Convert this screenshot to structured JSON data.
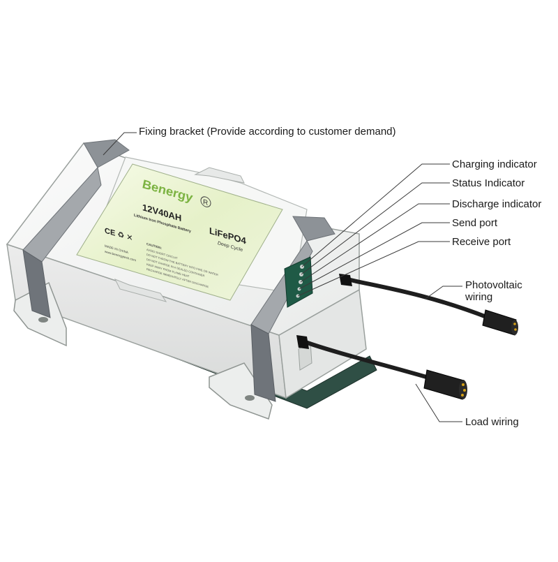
{
  "callouts": {
    "fixing_bracket": "Fixing bracket (Provide according to customer demand)",
    "charging_indicator": "Charging indicator",
    "status_indicator": "Status Indicator",
    "discharge_indicator": "Discharge indicator",
    "send_port": "Send port",
    "receive_port": "Receive port",
    "photovoltaic_line1": "Photovoltaic",
    "photovoltaic_line2": "wiring",
    "load_wiring": "Load wiring"
  },
  "label": {
    "brand": "Benergy",
    "registered": "R",
    "model": "12V40AH",
    "chemistry": "Lithium Iron Phosphate Battery",
    "type": "LiFePO4",
    "cycle": "Deep Cycle",
    "made_in": "MADE IN CHINA",
    "website": "www.benergytech.com",
    "caution_title": "CAUTION:",
    "caution_lines": [
      "AVOID SHORT CIRCUIT",
      "DO NOT THROW THE BATTERY INTO FIRE OR WATER",
      "DO NOT CHARGE IN A SEALED CONTAINER",
      "KEEP AWAY FROM FLAME HEAT",
      "RECHARGE IMMEDIATELY AFTER DISCHARGE"
    ]
  },
  "colors": {
    "case": "#f1f2f1",
    "case_shadow": "#dcdedd",
    "strap": "#8d9297",
    "label_bg": "#e8f2cf",
    "brand_green": "#7cb342",
    "cable": "#1e1e1e",
    "panel": "#1f5a46"
  }
}
